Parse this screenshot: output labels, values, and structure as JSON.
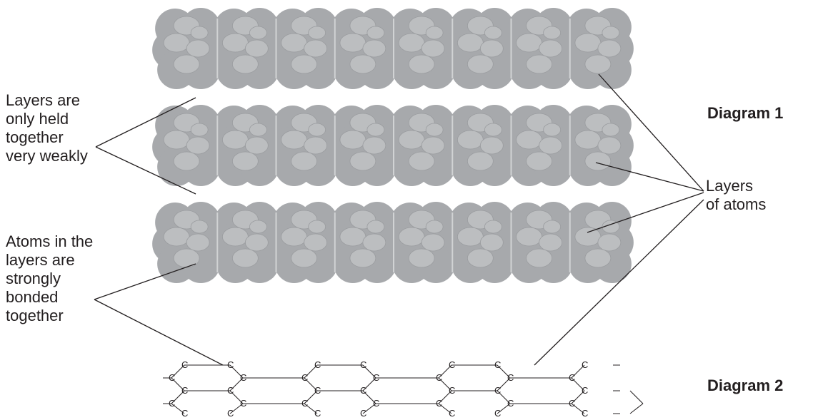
{
  "diagram_1": {
    "title": "Diagram 1",
    "layer_count": 3,
    "atoms_per_layer": 8,
    "labels": {
      "layers_weak": [
        "Layers are",
        "only held",
        "together",
        "very weakly"
      ],
      "atoms_bonded": [
        "Atoms in the",
        "layers are",
        "strongly",
        "bonded",
        "together"
      ],
      "layers_of_atoms": [
        "Layers",
        "of atoms"
      ]
    }
  },
  "diagram_2": {
    "title": "Diagram 2",
    "atom_symbol": "C"
  },
  "colors": {
    "atom_fill": "#a7a9ac",
    "atom_highlight": "#bcbec0",
    "atom_edge": "#d1d3d4",
    "line": "#231f20",
    "text": "#231f20"
  }
}
